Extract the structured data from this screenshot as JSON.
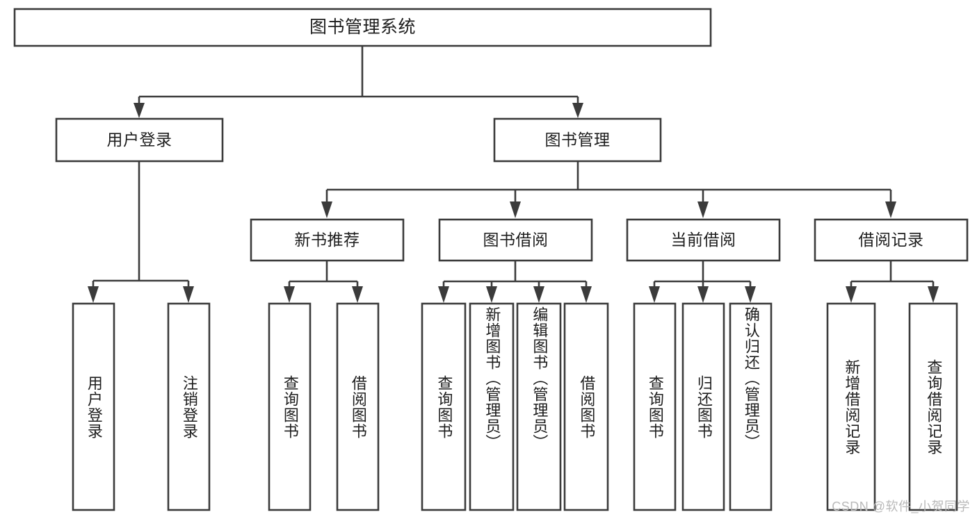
{
  "diagram": {
    "type": "tree-hierarchy",
    "title": "图书管理系统",
    "root": {
      "id": "root",
      "label": "图书管理系统",
      "level": 0
    },
    "level1": [
      {
        "id": "user-login",
        "label": "用户登录"
      },
      {
        "id": "book-manage",
        "label": "图书管理"
      }
    ],
    "level2": [
      {
        "id": "new-book-recommend",
        "label": "新书推荐",
        "parent": "book-manage"
      },
      {
        "id": "book-borrow",
        "label": "图书借阅",
        "parent": "book-manage"
      },
      {
        "id": "current-borrow",
        "label": "当前借阅",
        "parent": "book-manage"
      },
      {
        "id": "borrow-record",
        "label": "借阅记录",
        "parent": "book-manage"
      }
    ],
    "leaves": [
      {
        "id": "leaf-user-login",
        "label": "用户登录",
        "parent": "user-login"
      },
      {
        "id": "leaf-user-logout",
        "label": "注销登录",
        "parent": "user-login"
      },
      {
        "id": "leaf-query-book-1",
        "label": "查询图书",
        "parent": "new-book-recommend"
      },
      {
        "id": "leaf-borrow-book-1",
        "label": "借阅图书",
        "parent": "new-book-recommend"
      },
      {
        "id": "leaf-query-book-2",
        "label": "查询图书",
        "parent": "book-borrow"
      },
      {
        "id": "leaf-add-book",
        "label": "新增图书（管理员）",
        "parent": "book-borrow"
      },
      {
        "id": "leaf-edit-book",
        "label": "编辑图书（管理员）",
        "parent": "book-borrow"
      },
      {
        "id": "leaf-borrow-book-2",
        "label": "借阅图书",
        "parent": "book-borrow"
      },
      {
        "id": "leaf-query-book-3",
        "label": "查询图书",
        "parent": "current-borrow"
      },
      {
        "id": "leaf-return-book",
        "label": "归还图书",
        "parent": "current-borrow"
      },
      {
        "id": "leaf-confirm-return",
        "label": "确认归还（管理员）",
        "parent": "current-borrow"
      },
      {
        "id": "leaf-add-record",
        "label": "新增借阅记录",
        "parent": "borrow-record"
      },
      {
        "id": "leaf-query-record",
        "label": "查询借阅记录",
        "parent": "borrow-record"
      }
    ],
    "colors": {
      "stroke": "#3b3b3b",
      "fill": "#ffffff",
      "text": "#1d1d1d",
      "watermark": "#b9b9b9"
    }
  },
  "watermark": {
    "text": "CSDN @软件_小贺同学"
  }
}
